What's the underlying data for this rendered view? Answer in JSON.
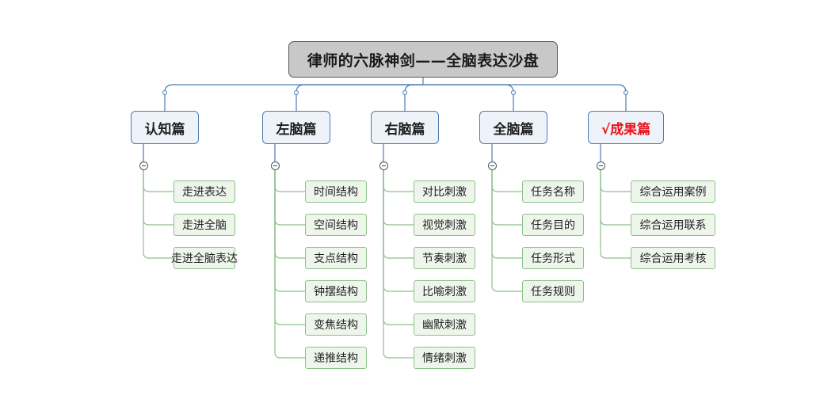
{
  "root": {
    "title": "律师的六脉神剑——全脑表达沙盘"
  },
  "branches": [
    {
      "title": "认知篇",
      "items": [
        "走进表达",
        "走进全脑",
        "走进全脑表达"
      ]
    },
    {
      "title": "左脑篇",
      "items": [
        "时间结构",
        "空间结构",
        "支点结构",
        "钟摆结构",
        "变焦结构",
        "递推结构"
      ]
    },
    {
      "title": "右脑篇",
      "items": [
        "对比刺激",
        "视觉刺激",
        "节奏刺激",
        "比喻刺激",
        "幽默刺激",
        "情绪刺激"
      ]
    },
    {
      "title": "全脑篇",
      "items": [
        "任务名称",
        "任务目的",
        "任务形式",
        "任务规则"
      ]
    },
    {
      "title": "√成果篇",
      "title_color": "#e8141c",
      "items": [
        "综合运用案例",
        "综合运用联系",
        "综合运用考核"
      ]
    }
  ],
  "colors": {
    "branch_connector": "#4d7ab3",
    "leaf_connector": "#8cc189"
  },
  "icons": {
    "collapse": "collapse-minus-icon",
    "joint": "connector-joint-icon"
  }
}
